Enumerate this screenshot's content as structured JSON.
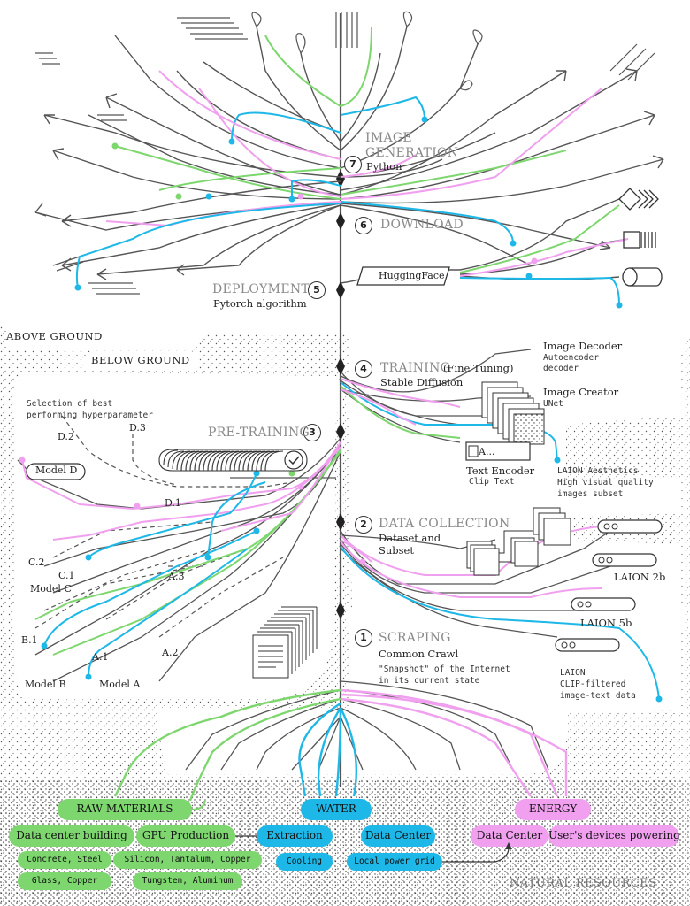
{
  "colors": {
    "green": "#7dd66e",
    "blue": "#1eb8e8",
    "pink": "#f0a0ee",
    "line": "#555555"
  },
  "ground": {
    "above": "ABOVE GROUND",
    "below": "BELOW GROUND",
    "natural": "NATURAL RESOURCES"
  },
  "stages": [
    {
      "num": "7",
      "title": "IMAGE",
      "title2": "GENERATION",
      "sub": "Python"
    },
    {
      "num": "6",
      "title": "DOWNLOAD",
      "title2": "",
      "sub": ""
    },
    {
      "num": "5",
      "title": "DEPLOYMENT",
      "title2": "",
      "sub": "Pytorch algorithm"
    },
    {
      "num": "4",
      "title": "TRAINING",
      "title2": "(Fine Tuning)",
      "sub": "Stable Diffusion"
    },
    {
      "num": "3",
      "title": "PRE-TRAINING",
      "title2": "",
      "sub": ""
    },
    {
      "num": "2",
      "title": "DATA COLLECTION",
      "title2": "",
      "sub": "Dataset and",
      "sub2": "Subset"
    },
    {
      "num": "1",
      "title": "SCRAPING",
      "title2": "",
      "sub": "Common Crawl"
    }
  ],
  "labels": {
    "huggingface": "HuggingFace",
    "image_decoder": "Image Decoder",
    "autoencoder1": "Autoencoder",
    "autoencoder2": "decoder",
    "image_creator": "Image Creator",
    "unet": "UNet",
    "text_encoder": "Text Encoder",
    "clip_text": "Clip Text",
    "text_input": "A...",
    "selection1": "Selection of best",
    "selection2": "performing hyperparameter",
    "laion_aes1": "LAION Aesthetics",
    "laion_aes2": "High visual quality",
    "laion_aes3": "images subset",
    "laion2b": "LAION 2b",
    "laion5b": "LAION 5b",
    "laion_clip1": "LAION",
    "laion_clip2": "CLIP-filtered",
    "laion_clip3": "image-text data",
    "snapshot1": "\"Snapshot\" of the Internet",
    "snapshot2": "in its current state"
  },
  "models": {
    "d2": "D.2",
    "d3": "D.3",
    "model_d": "Model D",
    "d1": "D.1",
    "c2": "C.2",
    "c1": "C.1",
    "model_c": "Model C",
    "a3": "A.3",
    "b1": "B.1",
    "a1": "A.1",
    "a2": "A.2",
    "model_b": "Model B",
    "model_a": "Model A"
  },
  "resources": {
    "raw_materials": "RAW MATERIALS",
    "water": "WATER",
    "energy": "ENERGY",
    "dc_building": "Data center building",
    "gpu": "GPU Production",
    "extraction": "Extraction",
    "data_center_w": "Data Center",
    "data_center_e": "Data Center",
    "users": "User's devices powering",
    "concrete": "Concrete, Steel",
    "glass": "Glass, Copper",
    "silicon": "Silicon, Tantalum, Copper",
    "tungsten": "Tungsten, Aluminum",
    "cooling": "Cooling",
    "grid": "Local power grid"
  }
}
